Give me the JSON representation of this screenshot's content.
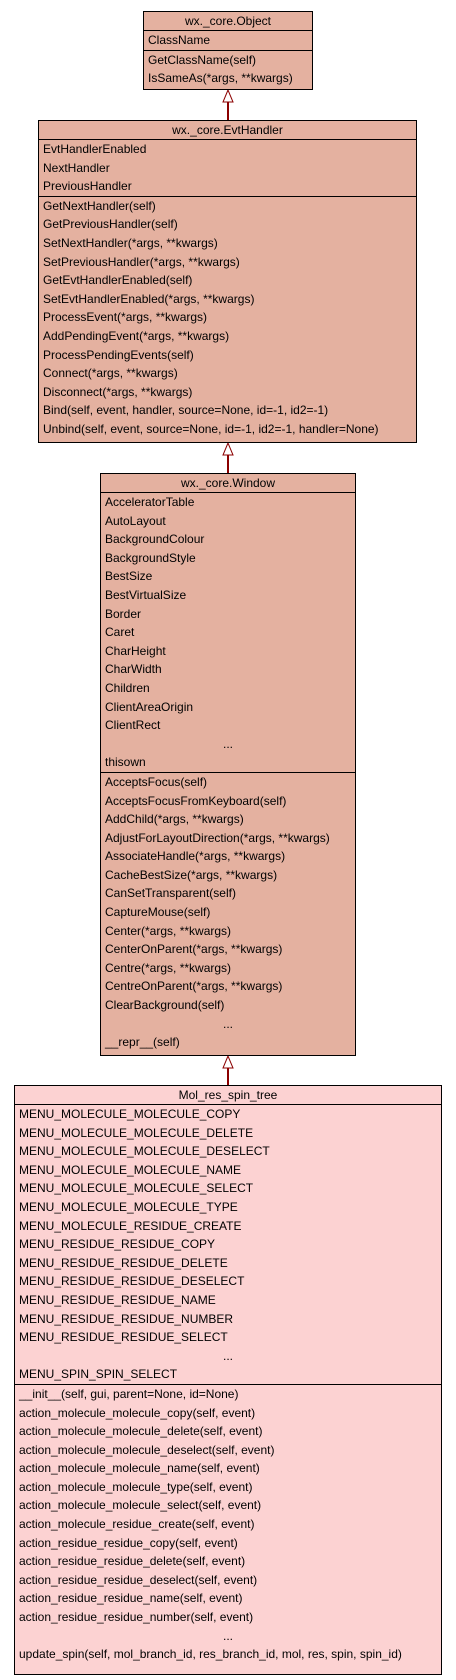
{
  "classes": {
    "object": {
      "title": "wx._core.Object",
      "attributes": [
        "ClassName"
      ],
      "methods": [
        "GetClassName(self)",
        "IsSameAs(*args, **kwargs)"
      ]
    },
    "evthandler": {
      "title": "wx._core.EvtHandler",
      "attributes": [
        "EvtHandlerEnabled",
        "NextHandler",
        "PreviousHandler"
      ],
      "methods": [
        "GetNextHandler(self)",
        "GetPreviousHandler(self)",
        "SetNextHandler(*args, **kwargs)",
        "SetPreviousHandler(*args, **kwargs)",
        "GetEvtHandlerEnabled(self)",
        "SetEvtHandlerEnabled(*args, **kwargs)",
        "ProcessEvent(*args, **kwargs)",
        "AddPendingEvent(*args, **kwargs)",
        "ProcessPendingEvents(self)",
        "Connect(*args, **kwargs)",
        "Disconnect(*args, **kwargs)",
        "Bind(self, event, handler, source=None, id=-1, id2=-1)",
        "Unbind(self, event, source=None, id=-1, id2=-1, handler=None)"
      ]
    },
    "window": {
      "title": "wx._core.Window",
      "attributes": [
        "AcceleratorTable",
        "AutoLayout",
        "BackgroundColour",
        "BackgroundStyle",
        "BestSize",
        "BestVirtualSize",
        "Border",
        "Caret",
        "CharHeight",
        "CharWidth",
        "Children",
        "ClientAreaOrigin",
        "ClientRect",
        "...",
        "thisown"
      ],
      "methods": [
        "AcceptsFocus(self)",
        "AcceptsFocusFromKeyboard(self)",
        "AddChild(*args, **kwargs)",
        "AdjustForLayoutDirection(*args, **kwargs)",
        "AssociateHandle(*args, **kwargs)",
        "CacheBestSize(*args, **kwargs)",
        "CanSetTransparent(self)",
        "CaptureMouse(self)",
        "Center(*args, **kwargs)",
        "CenterOnParent(*args, **kwargs)",
        "Centre(*args, **kwargs)",
        "CentreOnParent(*args, **kwargs)",
        "ClearBackground(self)",
        "...",
        "__repr__(self)"
      ]
    },
    "mol": {
      "title": "Mol_res_spin_tree",
      "attributes": [
        "MENU_MOLECULE_MOLECULE_COPY",
        "MENU_MOLECULE_MOLECULE_DELETE",
        "MENU_MOLECULE_MOLECULE_DESELECT",
        "MENU_MOLECULE_MOLECULE_NAME",
        "MENU_MOLECULE_MOLECULE_SELECT",
        "MENU_MOLECULE_MOLECULE_TYPE",
        "MENU_MOLECULE_RESIDUE_CREATE",
        "MENU_RESIDUE_RESIDUE_COPY",
        "MENU_RESIDUE_RESIDUE_DELETE",
        "MENU_RESIDUE_RESIDUE_DESELECT",
        "MENU_RESIDUE_RESIDUE_NAME",
        "MENU_RESIDUE_RESIDUE_NUMBER",
        "MENU_RESIDUE_RESIDUE_SELECT",
        "...",
        "MENU_SPIN_SPIN_SELECT"
      ],
      "methods": [
        "__init__(self, gui, parent=None, id=None)",
        "action_molecule_molecule_copy(self, event)",
        "action_molecule_molecule_delete(self, event)",
        "action_molecule_molecule_deselect(self, event)",
        "action_molecule_molecule_name(self, event)",
        "action_molecule_molecule_type(self, event)",
        "action_molecule_molecule_select(self, event)",
        "action_molecule_residue_create(self, event)",
        "action_residue_residue_copy(self, event)",
        "action_residue_residue_delete(self, event)",
        "action_residue_residue_deselect(self, event)",
        "action_residue_residue_name(self, event)",
        "action_residue_residue_number(self, event)",
        "...",
        "update_spin(self, mol_branch_id, res_branch_id, mol, res, spin, spin_id)"
      ]
    }
  },
  "colors": {
    "base_fill": "#e4b1a0",
    "leaf_fill": "#fcd2d2",
    "edge": "#8b0000"
  }
}
